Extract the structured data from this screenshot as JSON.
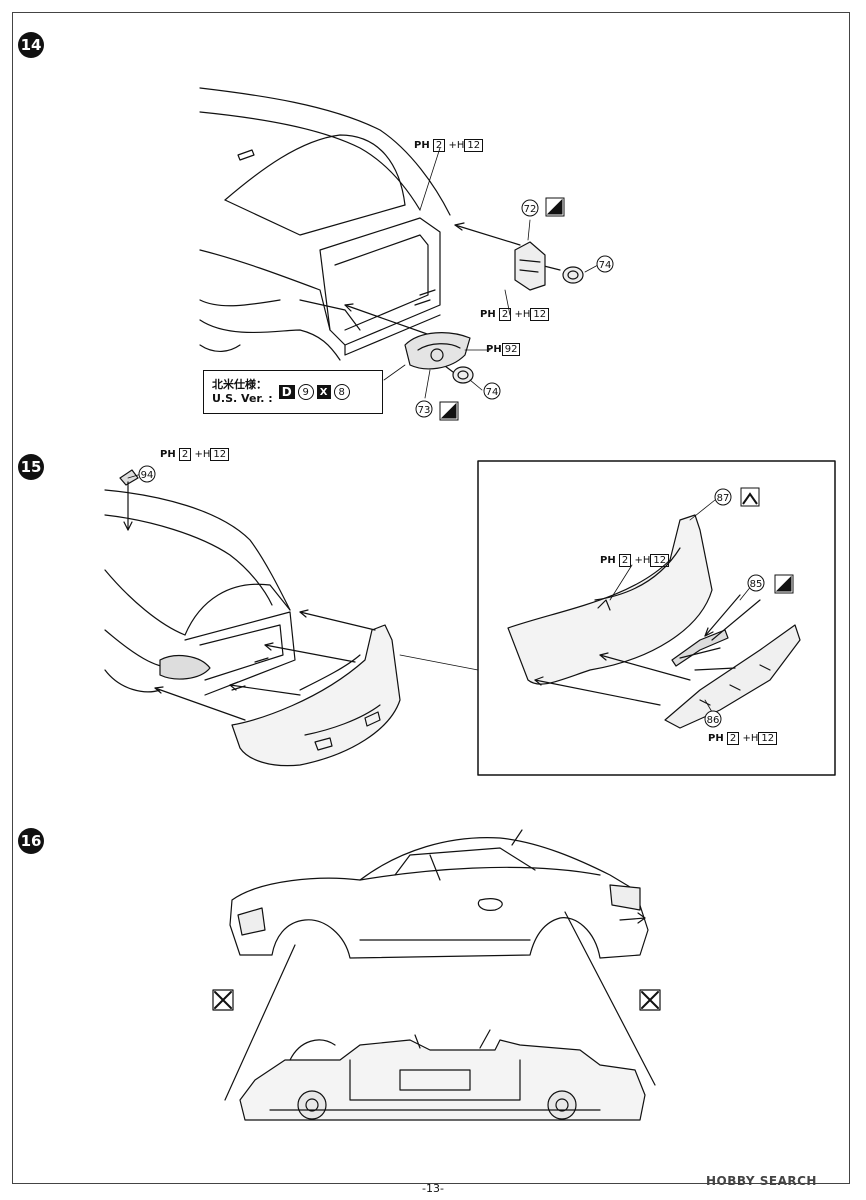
{
  "steps": [
    {
      "number": "14"
    },
    {
      "number": "15"
    },
    {
      "number": "16"
    }
  ],
  "step14": {
    "callouts": [
      {
        "paint": "PH",
        "a": "2",
        "plus": "+",
        "h": "H",
        "b": "12"
      },
      {
        "paint": "PH",
        "a": "2",
        "plus": "+",
        "h": "H",
        "b": "12"
      },
      {
        "paint": "PH",
        "a": "92"
      }
    ],
    "parts": [
      "72",
      "74",
      "73",
      "74"
    ],
    "us_version": {
      "label_jp": "北米仕様：",
      "label_en": "U.S. Ver. :",
      "codes": [
        "D",
        "9",
        "X",
        "8"
      ]
    }
  },
  "step15": {
    "callouts": [
      {
        "paint": "PH",
        "a": "2",
        "plus": "+",
        "h": "H",
        "b": "12"
      },
      {
        "paint": "PH",
        "a": "2",
        "plus": "+",
        "h": "H",
        "b": "12"
      },
      {
        "paint": "PH",
        "a": "2",
        "plus": "+",
        "h": "H",
        "b": "12"
      }
    ],
    "parts": [
      "94",
      "87",
      "85",
      "86"
    ]
  },
  "page_number": "-13-",
  "watermark": "HOBBY SEARCH",
  "colors": {
    "ink": "#111111",
    "paper": "#ffffff",
    "shade": "#d8d8d8"
  }
}
